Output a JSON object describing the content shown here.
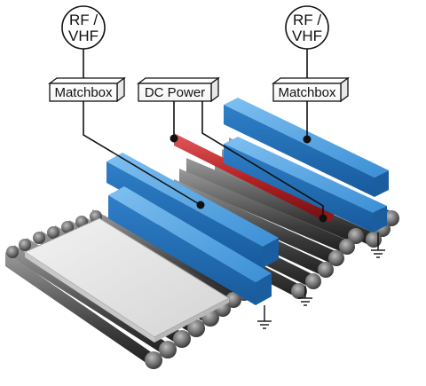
{
  "source_left": {
    "line1": "RF /",
    "line2": "VHF"
  },
  "source_right": {
    "line1": "RF /",
    "line2": "VHF"
  },
  "matchbox_left": {
    "label": "Matchbox"
  },
  "matchbox_right": {
    "label": "Matchbox"
  },
  "dc_power": {
    "label": "DC Power"
  },
  "colors": {
    "rf_electrode": "#3a8fd8",
    "heated_rod": "#c0282a",
    "roller": "#5a5a5a",
    "substrate": "#e6e6e6"
  }
}
